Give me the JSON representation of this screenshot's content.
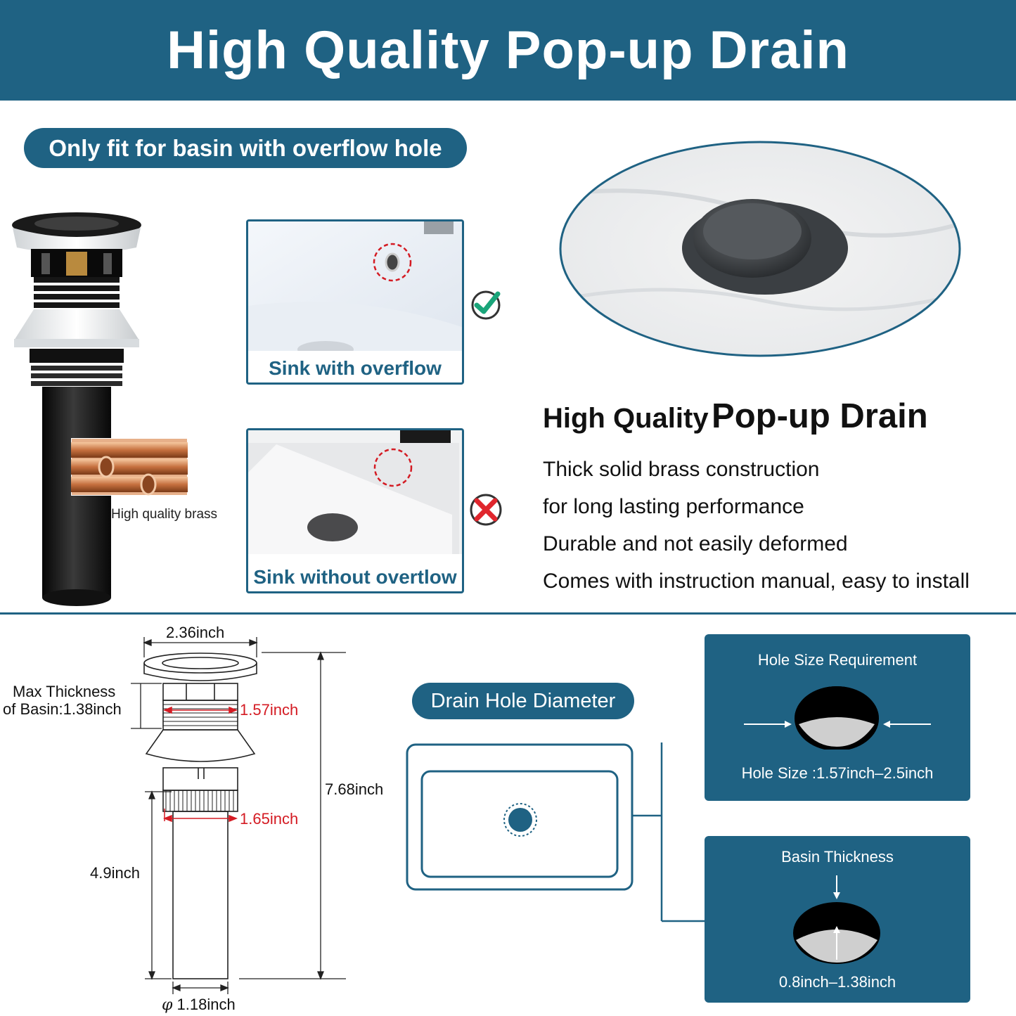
{
  "header": {
    "title": "High Quality Pop-up Drain"
  },
  "fit_note": {
    "label": "Only fit for basin with overflow hole"
  },
  "product": {
    "brass_label": "High quality brass"
  },
  "sinks": {
    "with_overflow": {
      "label": "Sink with overflow",
      "status_icon": "check-icon"
    },
    "without_overflow": {
      "label": "Sink without overtlow",
      "status_icon": "cross-icon"
    }
  },
  "features": {
    "heading_small": "High Quality",
    "heading_large": "Pop-up Drain",
    "lines": [
      "Thick solid brass construction",
      "for long lasting performance",
      "Durable and not easily deformed",
      "Comes with instruction manual, easy to install"
    ]
  },
  "dimensions": {
    "top_width": "2.36inch",
    "max_thickness_line1": "Max Thickness",
    "max_thickness_line2": "of Basin:1.38inch",
    "thread_diameter": "1.57inch",
    "nut_diameter": "1.65inch",
    "total_height": "7.68inch",
    "tail_length": "4.9inch",
    "tail_diameter_symbol": "φ",
    "tail_diameter": "1.18inch"
  },
  "drain_hole": {
    "label": "Drain Hole Diameter"
  },
  "hole_size": {
    "title": "Hole Size Requirement",
    "value": "Hole Size :1.57inch–2.5inch"
  },
  "basin_thickness": {
    "title": "Basin Thickness",
    "value": "0.8inch–1.38inch"
  },
  "colors": {
    "brand": "#1f6283",
    "dimension_red": "#d41b23",
    "check": "#1aa57a",
    "cross": "#e0262d"
  }
}
